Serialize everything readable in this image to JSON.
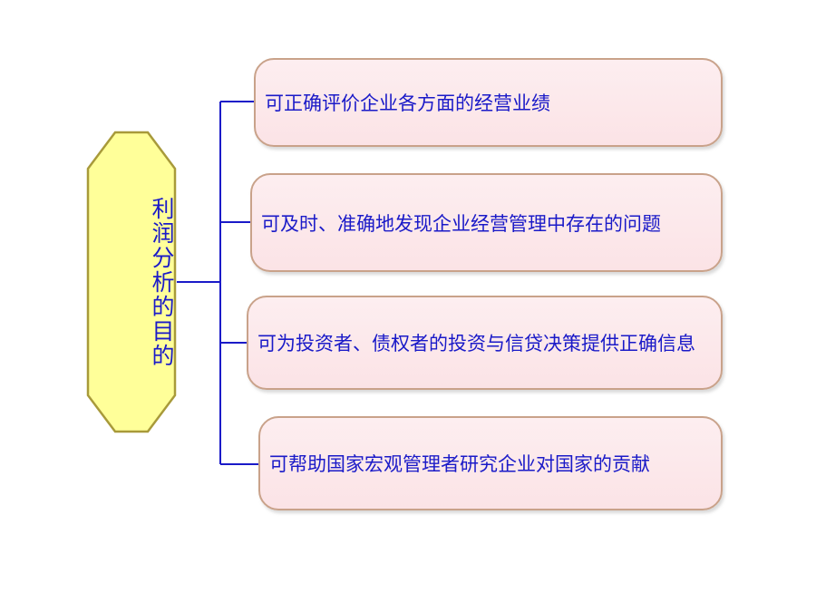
{
  "diagram": {
    "root": {
      "label": "利润分析的目的"
    },
    "branches": [
      {
        "label": "可正确评价企业各方面的经营业绩"
      },
      {
        "label": "可及时、准确地发现企业经营管理中存在的问题"
      },
      {
        "label": "可为投资者、债权者的投资与信贷决策提供正确信息"
      },
      {
        "label": "可帮助国家宏观管理者研究企业对国家的贡献"
      }
    ]
  },
  "colors": {
    "root_fill": "#ffff99",
    "root_border": "#a89a3a",
    "branch_fill": "#fce8eb",
    "branch_border": "#c9a28a",
    "connector": "#1a1ac8",
    "text": "#1a1ac8"
  }
}
